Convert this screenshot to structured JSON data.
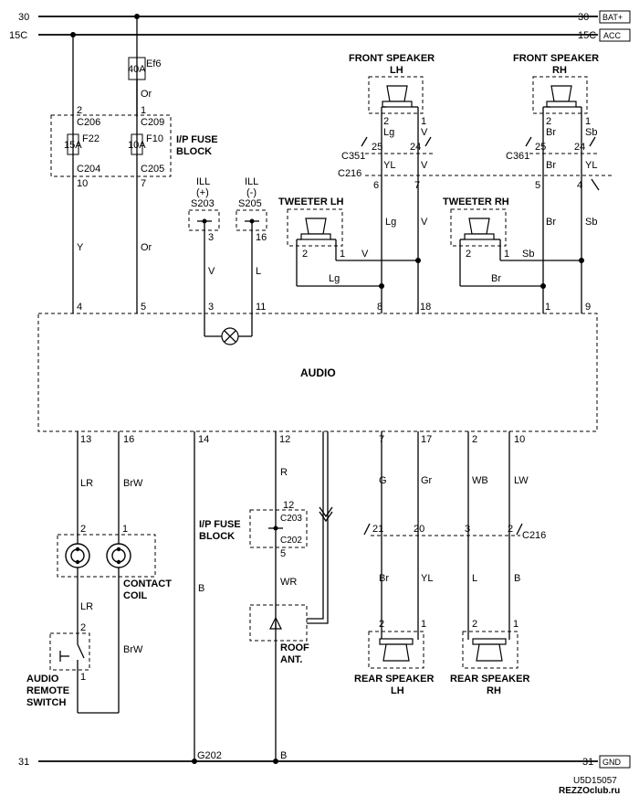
{
  "rails": {
    "bat": {
      "left": "30",
      "right": "30",
      "tag": "BAT+"
    },
    "acc": {
      "left": "15C",
      "right": "15C",
      "tag": "ACC"
    },
    "gnd": {
      "left": "31",
      "right": "31",
      "tag": "GND"
    }
  },
  "fuse_ef6": {
    "name": "Ef6",
    "rating": "40A",
    "wire": "Or"
  },
  "ip_fuse_block_top": {
    "title_l1": "I/P FUSE",
    "title_l2": "BLOCK",
    "f22": {
      "name": "F22",
      "rating": "15A",
      "pin_in": "2",
      "conn_in": "C206",
      "conn_out": "C204",
      "pin_out": "10"
    },
    "f10": {
      "name": "F10",
      "rating": "10A",
      "pin_in": "1",
      "conn_in": "C209",
      "conn_out": "C205",
      "pin_out": "7"
    }
  },
  "wires_left": {
    "y": "Y",
    "or": "Or"
  },
  "ill": {
    "plus": {
      "l1": "ILL",
      "l2": "(+)",
      "conn": "S203",
      "pin": "3",
      "wire": "V",
      "audio_pin": "3"
    },
    "minus": {
      "l1": "ILL",
      "l2": "(-)",
      "conn": "S205",
      "pin": "16",
      "wire": "L",
      "audio_pin": "11"
    }
  },
  "front_lh": {
    "title_l1": "FRONT SPEAKER",
    "title_l2": "LH",
    "pin2": "2",
    "pin1": "1",
    "w2": "Lg",
    "w1": "V",
    "c351": "C351",
    "p25": "25",
    "p24": "24",
    "c216": "C216",
    "w25": "YL",
    "w24": "V",
    "p6": "6",
    "p7": "7",
    "w6": "Lg",
    "w7": "V",
    "audio_a": "8",
    "audio_b": "18"
  },
  "front_rh": {
    "title_l1": "FRONT SPEAKER",
    "title_l2": "RH",
    "pin2": "2",
    "pin1": "1",
    "w2": "Br",
    "w1": "Sb",
    "c361": "C361",
    "p25": "25",
    "p24": "24",
    "w25": "Br",
    "w24": "YL",
    "p5": "5",
    "p4": "4",
    "w5": "Br",
    "w4": "Sb",
    "audio_a": "1",
    "audio_b": "9"
  },
  "tweeter_lh": {
    "title": "TWEETER LH",
    "pin2": "2",
    "pin1": "1",
    "w1": "V",
    "w2": "Lg"
  },
  "tweeter_rh": {
    "title": "TWEETER RH",
    "pin2": "2",
    "pin1": "1",
    "w1": "Sb",
    "w2": "Br"
  },
  "audio": {
    "label": "AUDIO",
    "top_pins": {
      "p4": "4",
      "p5": "5"
    }
  },
  "bottom": {
    "p13": "13",
    "p16": "16",
    "p14": "14",
    "p12": "12",
    "p7": "7",
    "p17": "17",
    "p2": "2",
    "p10": "10",
    "w13": "LR",
    "w16": "BrW",
    "w12": "R",
    "w7": "G",
    "w17": "Gr",
    "w2": "WB",
    "w10": "LW"
  },
  "contact_coil": {
    "title_l1": "CONTACT",
    "title_l2": "COIL",
    "pin2": "2",
    "pin1": "1",
    "w_lr": "LR",
    "w_brw": "BrW"
  },
  "remote_switch": {
    "title_l1": "AUDIO",
    "title_l2": "REMOTE",
    "title_l3": "SWITCH",
    "pin2": "2",
    "pin1": "1"
  },
  "ip_fuse_block_low": {
    "title_l1": "I/P FUSE",
    "title_l2": "BLOCK",
    "p12": "12",
    "c203": "C203",
    "c202": "C202",
    "p5": "5",
    "w_out": "WR"
  },
  "roof_ant": {
    "title_l1": "ROOF",
    "title_l2": "ANT."
  },
  "ground": {
    "w_b": "B",
    "g202": "G202",
    "w_b2": "B"
  },
  "c216_low": {
    "conn": "C216",
    "p21": "21",
    "p20": "20",
    "p3": "3",
    "p2": "2",
    "w_br": "Br",
    "w_yl": "YL",
    "w_l": "L",
    "w_b": "B"
  },
  "rear_lh": {
    "title_l1": "REAR SPEAKER",
    "title_l2": "LH",
    "pin2": "2",
    "pin1": "1"
  },
  "rear_rh": {
    "title_l1": "REAR SPEAKER",
    "title_l2": "RH",
    "pin2": "2",
    "pin1": "1"
  },
  "footer": {
    "code": "U5D15057",
    "site": "REZZOclub.ru"
  }
}
